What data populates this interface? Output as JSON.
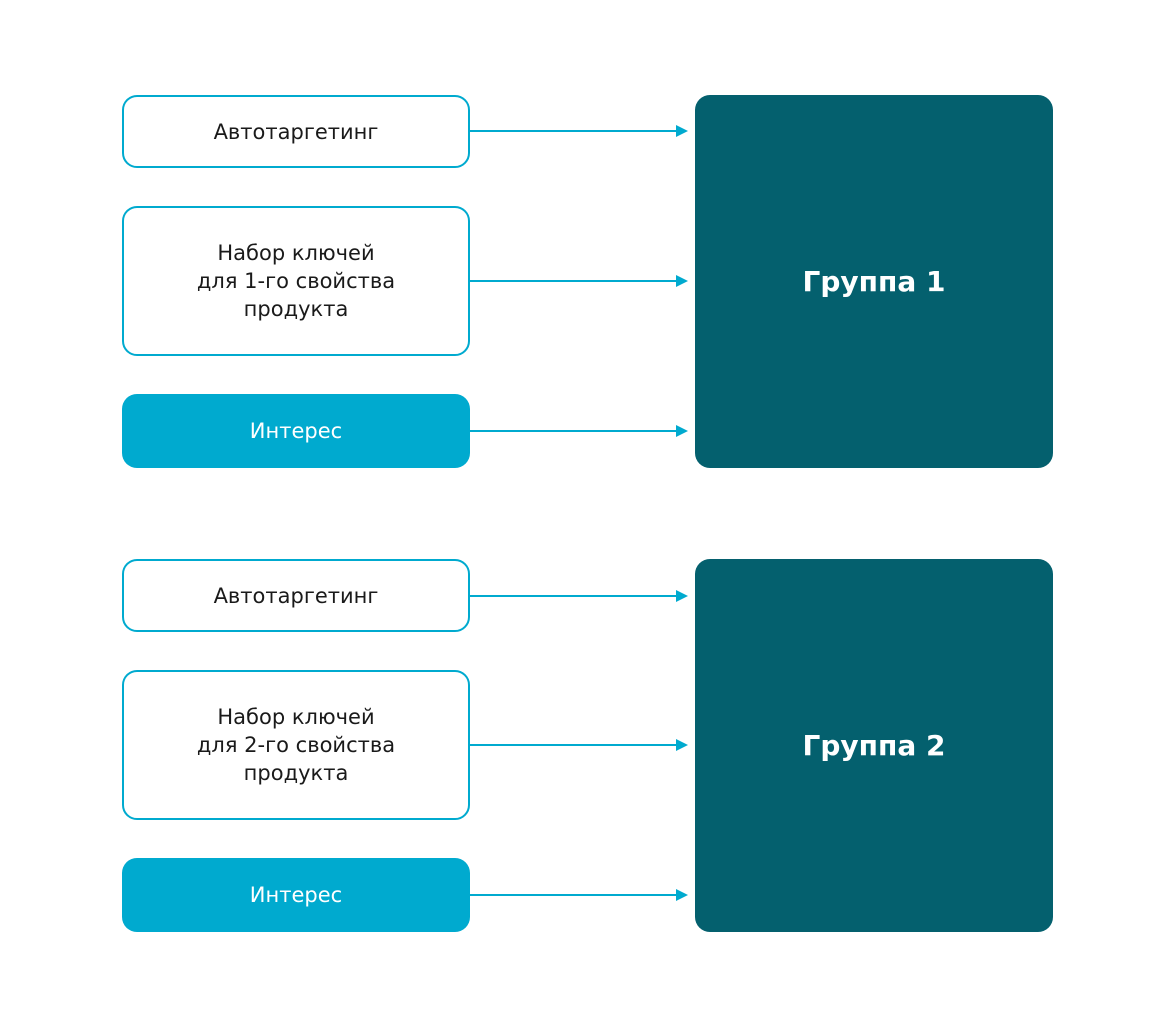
{
  "colors": {
    "accent": "#00aacf",
    "group_fill": "#04606e",
    "text_dark": "#1a1a1a",
    "text_light": "#ffffff"
  },
  "groups": [
    {
      "title": "Группа 1",
      "sources": [
        {
          "label": "Автотаргетинг",
          "style": "outline"
        },
        {
          "label": "Набор ключей\nдля 1-го свойства\nпродукта",
          "style": "outline"
        },
        {
          "label": "Интерес",
          "style": "filled"
        }
      ]
    },
    {
      "title": "Группа 2",
      "sources": [
        {
          "label": "Автотаргетинг",
          "style": "outline"
        },
        {
          "label": "Набор ключей\nдля 2-го свойства\nпродукта",
          "style": "outline"
        },
        {
          "label": "Интерес",
          "style": "filled"
        }
      ]
    }
  ]
}
